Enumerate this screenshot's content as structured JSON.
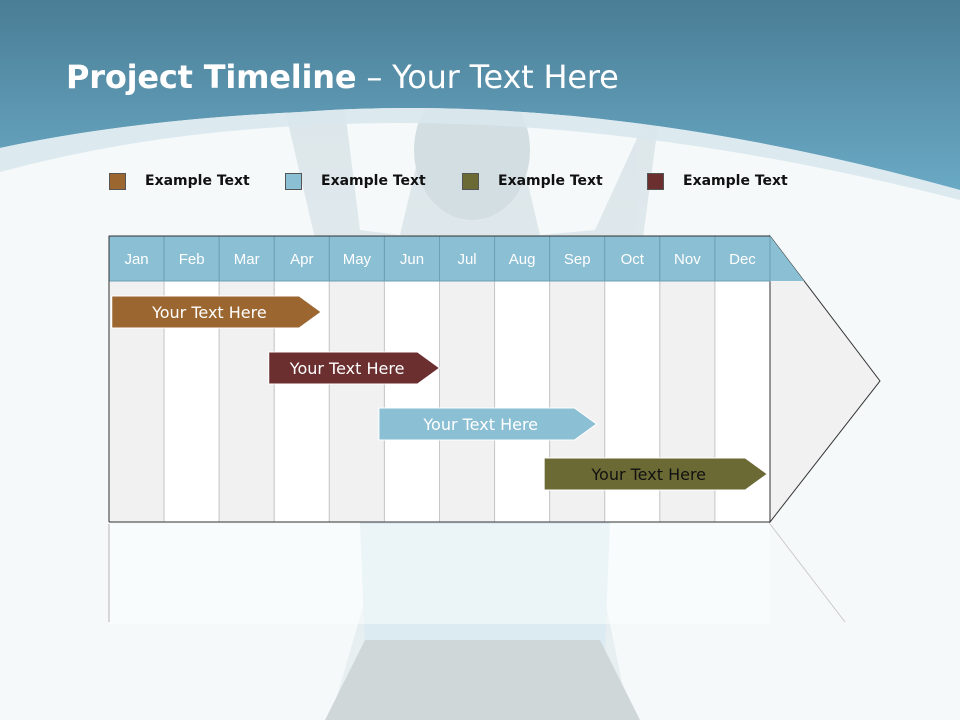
{
  "slide": {
    "title_bold": "Project Timeline",
    "title_rest": " – Your Text Here"
  },
  "legend": [
    {
      "label": "Example Text",
      "color": "#9b6630"
    },
    {
      "label": "Example Text",
      "color": "#8bbfd4"
    },
    {
      "label": "Example Text",
      "color": "#6b6a35"
    },
    {
      "label": "Example Text",
      "color": "#6b2f2f"
    }
  ],
  "timeline": {
    "months": [
      "Jan",
      "Feb",
      "Mar",
      "Apr",
      "May",
      "Jun",
      "Jul",
      "Aug",
      "Sep",
      "Oct",
      "Nov",
      "Dec"
    ],
    "tasks": [
      {
        "label": "Your  Text Here",
        "color": "#9b6630",
        "text_color": "#ffffff"
      },
      {
        "label": "Your  Text Here",
        "color": "#6b2f2f",
        "text_color": "#ffffff"
      },
      {
        "label": "Your  Text Here",
        "color": "#8bbfd4",
        "text_color": "#ffffff"
      },
      {
        "label": "Your  Text Here",
        "color": "#6b6a35",
        "text_color": "#111111"
      }
    ]
  }
}
